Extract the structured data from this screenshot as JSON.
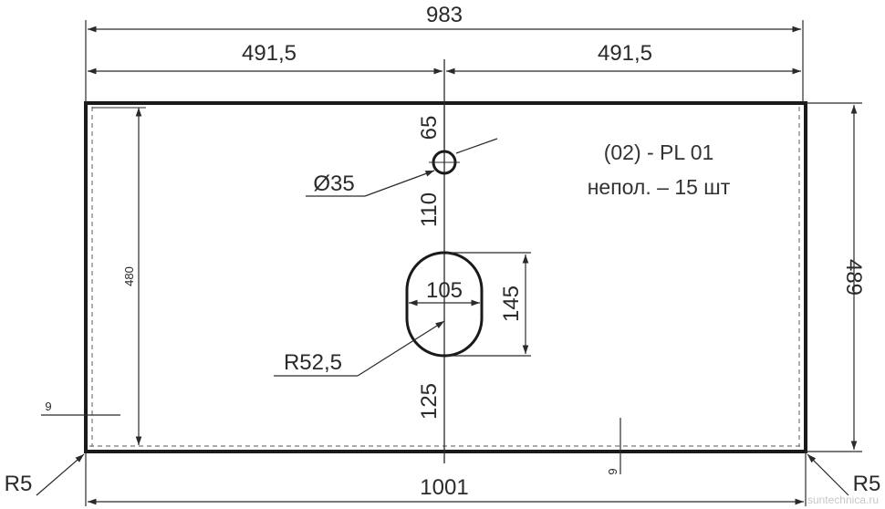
{
  "drawing": {
    "dims": {
      "overall_top": "983",
      "half_left": "491,5",
      "half_right": "491,5",
      "hole_offset_top": "65",
      "hole_diameter": "Ø35",
      "hole_to_bowl": "110",
      "bowl_width": "105",
      "bowl_height": "145",
      "bowl_radius": "R52,5",
      "bowl_to_edge": "125",
      "inner_height": "480",
      "edge_offset_left": "9",
      "edge_offset_bottom": "9",
      "overall_bottom": "1001",
      "overall_height": "489",
      "corner_radius_left": "R5",
      "corner_radius_right": "R5"
    },
    "note": {
      "line1": "(02) - PL 01",
      "line2": "непол. – 15 шт"
    },
    "watermark": "suntechnica.ru",
    "colors": {
      "line": "#1a1a1a",
      "dim_line": "#2a2a2a",
      "hidden": "#777777"
    }
  }
}
